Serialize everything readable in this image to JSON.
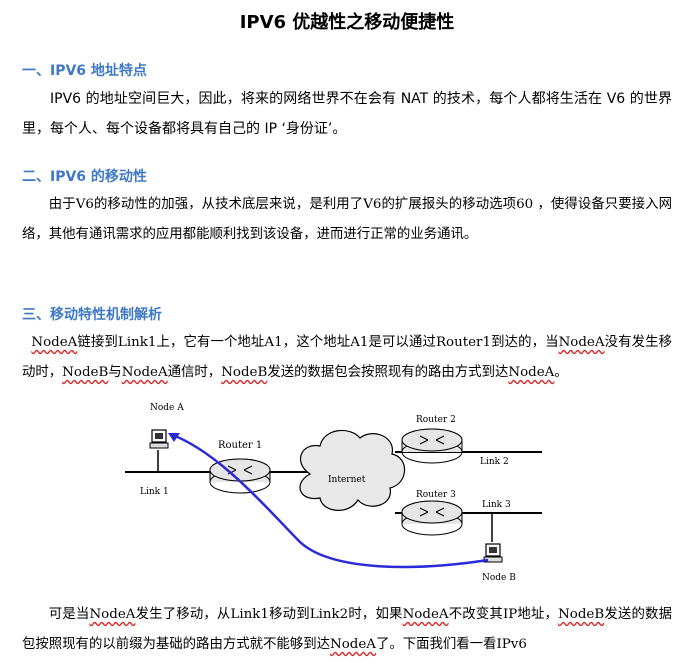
{
  "doc": {
    "title": "IPV6 优越性之移动便捷性",
    "sections": [
      {
        "heading": "一、IPV6 地址特点",
        "body": "IPV6 的地址空间巨大，因此，将来的网络世界不在会有 NAT 的技术，每个人都将生活在 V6 的世界里，每个人、每个设备都将具有自己的 IP ‘身份证’。"
      },
      {
        "heading": "二、IPV6 的移动性",
        "body": "由于V6的移动性的加强，从技术底层来说，是利用了V6的扩展报头的移动选项60 ，使得设备只要接入网络，其他有通讯需求的应用都能顺利找到该设备，进而进行正常的业务通讯。"
      },
      {
        "heading": "三、移动特性机制解析",
        "body_parts": [
          "NodeA",
          "链接到Link1上，它有一个地址A1，这个地址A1是可以通过Router1到达的，当",
          "NodeA",
          "没有发生移动时，",
          "NodeB",
          "与",
          "NodeA",
          "通信时，",
          "NodeB",
          "发送的数据包会按照现有的路由方式到达",
          "NodeA",
          "。"
        ]
      }
    ],
    "closing_parts": [
      "可是当",
      "NodeA",
      "发生了移动，从Link1移动到Link2时，如果",
      "NodeA",
      "不改变其IP地址，",
      "NodeB",
      "发送的数据包按照现有的以前缀为基础的路由方式就不能够到达",
      "NodeA",
      "了。下面我们看一看IPv6"
    ]
  },
  "diagram": {
    "node_a": "Node A",
    "node_b": "Node B",
    "router1": "Router 1",
    "router2": "Router 2",
    "router3": "Router 3",
    "internet": "Internet",
    "link1": "Link 1",
    "link2": "Link 2",
    "link3": "Link 3",
    "colors": {
      "move_path": "#2a2ad8",
      "cloud_fill": "#e8e8e8",
      "router_fill": "#e6e6e6"
    }
  }
}
